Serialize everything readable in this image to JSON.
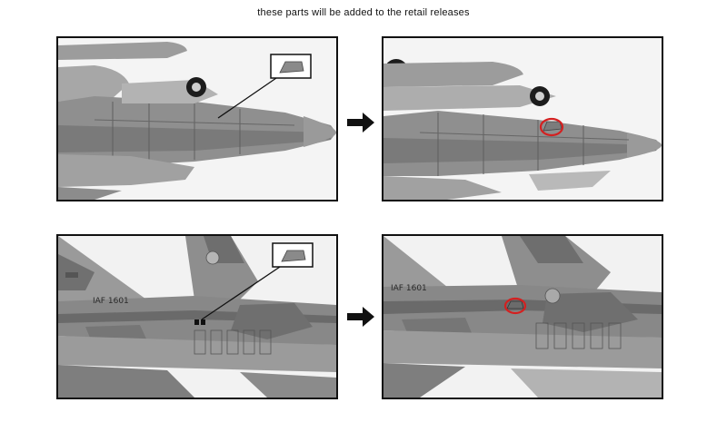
{
  "caption": "these parts will be added to the retail releases",
  "panels": [
    {
      "id": "top-before",
      "kind": "before"
    },
    {
      "id": "top-after",
      "kind": "after"
    },
    {
      "id": "bottom-before",
      "kind": "before",
      "tail_code": "1601",
      "fin_prefix": "IAF"
    },
    {
      "id": "bottom-after",
      "kind": "after",
      "tail_code": "1601",
      "fin_prefix": "IAF"
    }
  ],
  "colors": {
    "highlight_circle": "#d42020",
    "arrow": "#111111"
  }
}
